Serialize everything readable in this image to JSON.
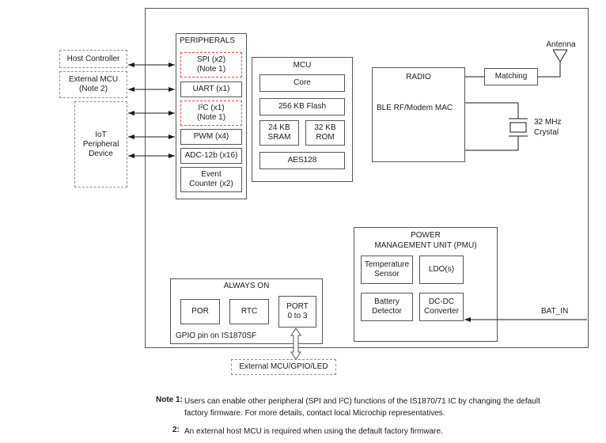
{
  "external": {
    "host_controller": "Host Controller",
    "external_mcu": "External MCU\n(Note 2)",
    "iot_device": "IoT\nPeripheral\nDevice",
    "external_gpio": "External MCU/GPIO/LED",
    "antenna": "Antenna",
    "crystal": "32 MHz\nCrystal",
    "bat_in": "BAT_IN"
  },
  "peripherals": {
    "title": "PERIPHERALS",
    "items": {
      "spi": "SPI (x2)\n(Note 1)",
      "uart": "UART (x1)",
      "i2c": "I²C (x1)\n(Note 1)",
      "pwm": "PWM (x4)",
      "adc": "ADC-12b (x16)",
      "event_counter": "Event\nCounter (x2)"
    }
  },
  "mcu": {
    "title": "MCU",
    "core": "Core",
    "flash": "256 KB Flash",
    "sram": "24 KB\nSRAM",
    "rom": "32 KB\nROM",
    "aes": "AES128"
  },
  "radio": {
    "title": "RADIO",
    "subtitle": "BLE RF/Modem MAC",
    "matching": "Matching"
  },
  "pmu": {
    "title": "POWER\nMANAGEMENT UNIT (PMU)",
    "temp_sensor": "Temperature\nSensor",
    "ldo": "LDO(s)",
    "battery": "Battery\nDetector",
    "dcdc": "DC-DC\nConverter"
  },
  "always_on": {
    "title": "ALWAYS ON",
    "por": "POR",
    "rtc": "RTC",
    "port": "PORT\n0 to 3",
    "gpio_note": "GPIO pin on IS1870SF"
  },
  "notes": {
    "note1_label": "Note 1:",
    "note1_text": "Users can enable other peripheral (SPI and I²C) functions of the IS1870/71 IC by changing the default\nfactory firmware. For more details, contact local Microchip representatives.",
    "note2_label": "2:",
    "note2_text": "An external host MCU is required when using the default factory firmware."
  },
  "colors": {
    "border": "#555555",
    "dashed_gray": "#8f8f8f",
    "dashed_red": "#e04f4f",
    "text": "#1a1a1a"
  }
}
